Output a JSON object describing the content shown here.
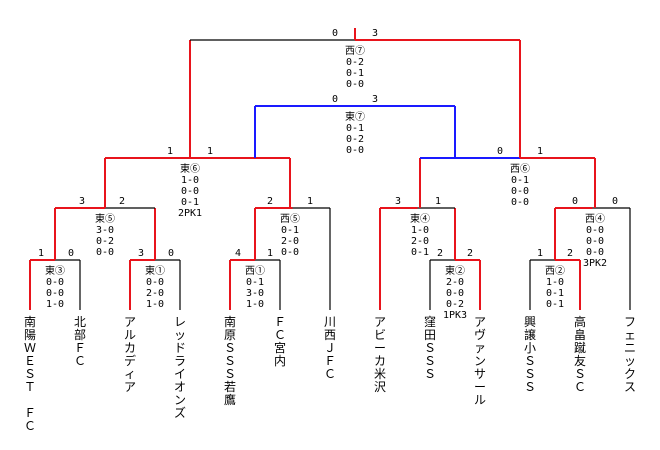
{
  "colors": {
    "winner_line": "#e8141c",
    "final_bracket": "#1a1aff",
    "neutral_line": "#000000"
  },
  "teams": [
    "南陽ＷＥＳＴ　ＦＣ",
    "北部ＦＣ",
    "アルカディア",
    "レッドライオンズ",
    "南原ＳＳＳ若鷹",
    "ＦＣ宮内",
    "川西ＪＦＣ",
    "アビーカ米沢",
    "窪田ＳＳＳ",
    "アヴァンサール",
    "興譲小ＳＳＳ",
    "高畠蹴友ＳＣ",
    "フェニックス"
  ],
  "matches": {
    "e3": {
      "label": "東③",
      "lines": [
        "0-0",
        "0-0",
        "1-0"
      ],
      "score_left": "1",
      "score_right": "0"
    },
    "e1": {
      "label": "東①",
      "lines": [
        "0-0",
        "2-0",
        "1-0"
      ],
      "score_left": "3",
      "score_right": "0"
    },
    "w1": {
      "label": "西①",
      "lines": [
        "0-1",
        "3-0",
        "1-0"
      ],
      "score_left": "4",
      "score_right": "1"
    },
    "e2": {
      "label": "東②",
      "lines": [
        "2-0",
        "0-0",
        "0-2",
        "1PK3"
      ],
      "score_left": "2",
      "score_right": "2"
    },
    "w2": {
      "label": "西②",
      "lines": [
        "1-0",
        "0-1",
        "0-1"
      ],
      "score_left": "1",
      "score_right": "2"
    },
    "e5": {
      "label": "東⑤",
      "lines": [
        "3-0",
        "0-2",
        "0-0"
      ],
      "score_left": "3",
      "score_right": "2"
    },
    "w5": {
      "label": "西⑤",
      "lines": [
        "0-1",
        "2-0",
        "0-0"
      ],
      "score_left": "2",
      "score_right": "1"
    },
    "e4": {
      "label": "東④",
      "lines": [
        "1-0",
        "2-0",
        "0-1"
      ],
      "score_left": "3",
      "score_right": "1"
    },
    "w4": {
      "label": "西④",
      "lines": [
        "0-0",
        "0-0",
        "0-0",
        "3PK2"
      ],
      "score_left": "0",
      "score_right": "0"
    },
    "e6": {
      "label": "東⑥",
      "lines": [
        "1-0",
        "0-0",
        "0-1",
        "2PK1"
      ],
      "score_left": "1",
      "score_right": "1"
    },
    "w6": {
      "label": "西⑥",
      "lines": [
        "0-1",
        "0-0",
        "0-0"
      ],
      "score_left": "0",
      "score_right": "1"
    },
    "e7": {
      "label": "東⑦",
      "lines": [
        "0-1",
        "0-2",
        "0-0"
      ],
      "score_left": "0",
      "score_right": "3"
    },
    "w7": {
      "label": "西⑦",
      "lines": [
        "0-2",
        "0-1",
        "0-0"
      ],
      "score_left": "0",
      "score_right": "3"
    }
  }
}
